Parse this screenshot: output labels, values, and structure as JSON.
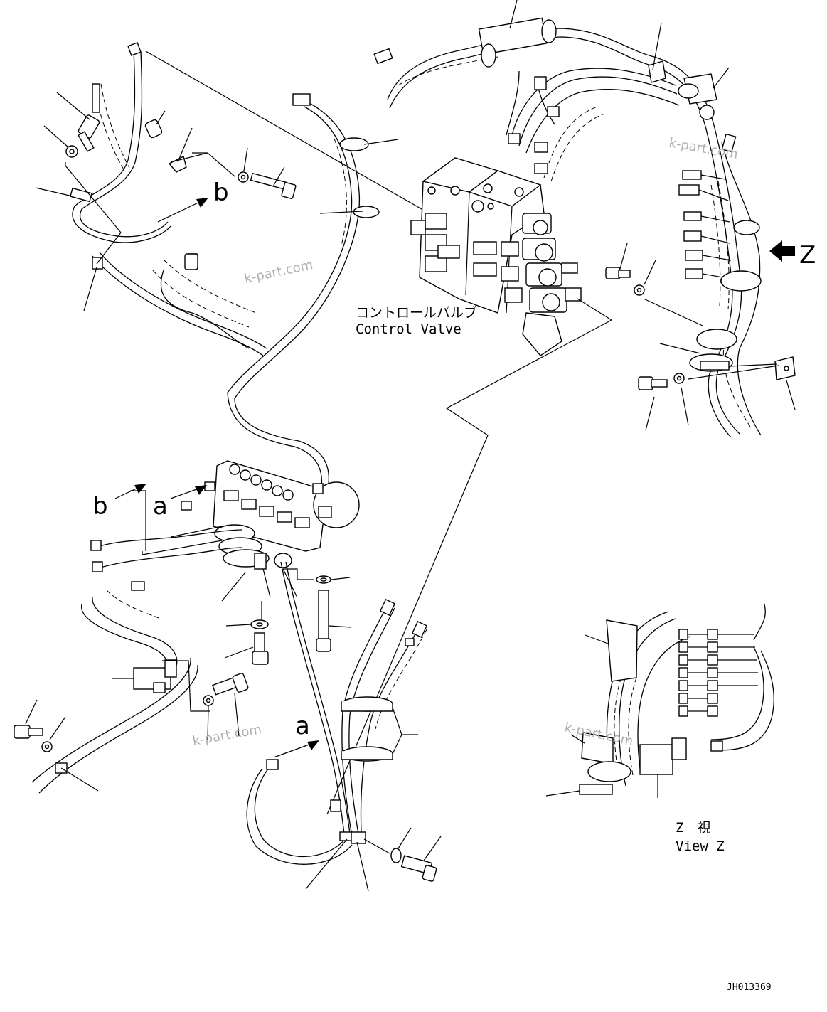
{
  "diagram": {
    "component_label_jp": "コントロールバルブ",
    "component_label_en": "Control Valve",
    "view_label_jp": "Z　視",
    "view_label_en": "View Z",
    "view_arrow_ref": "Z",
    "ref_a": "a",
    "ref_b": "b",
    "watermark": "k-part.com",
    "drawing_code": "JH013369"
  }
}
